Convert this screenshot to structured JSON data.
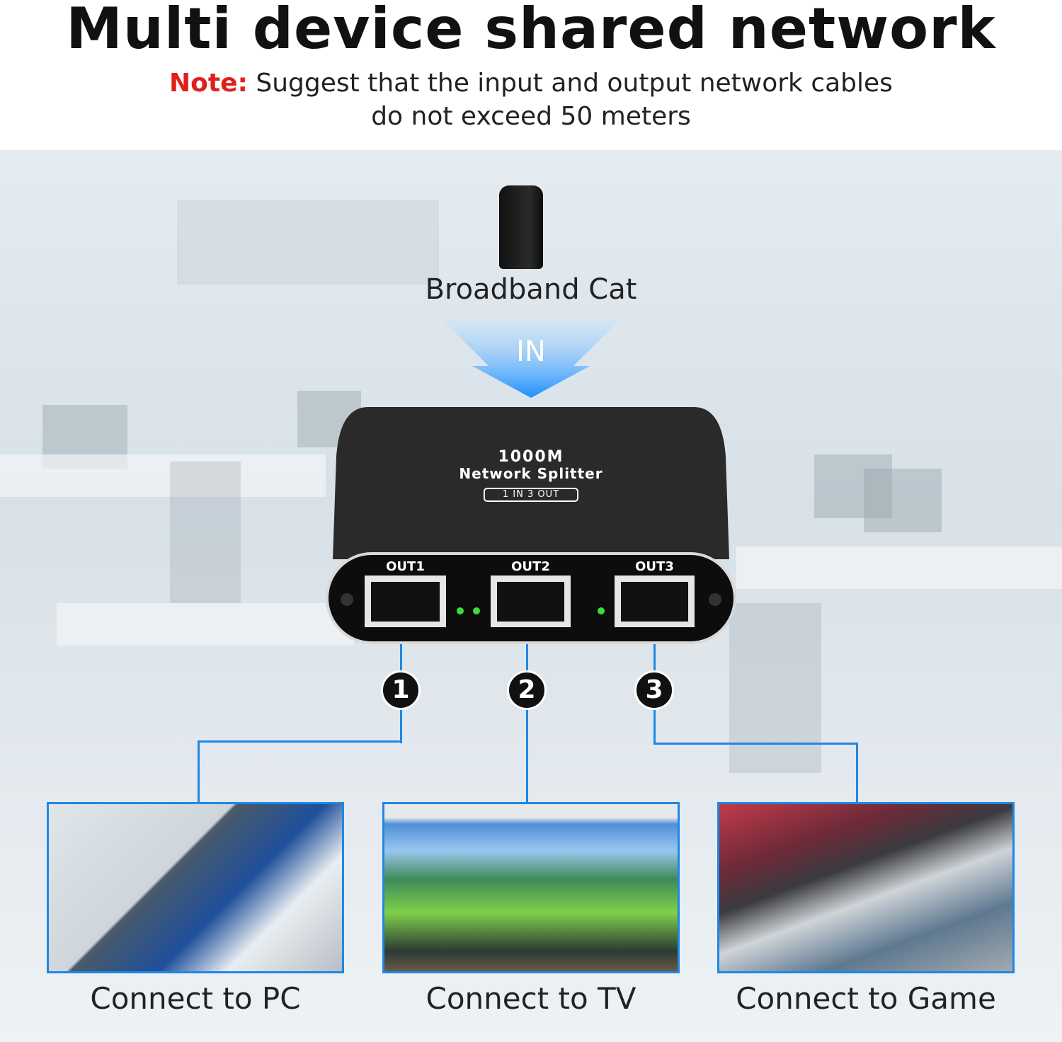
{
  "title": "Multi device shared network",
  "note": {
    "label": "Note:",
    "line1": " Suggest that the input and output network cables",
    "line2": "do not exceed 50 meters"
  },
  "source": {
    "label": "Broadband Cat",
    "arrow_label": "IN"
  },
  "device": {
    "line1": "1000M",
    "line2": "Network Splitter",
    "badge": "1 IN 3 OUT",
    "ports": [
      "OUT1",
      "OUT2",
      "OUT3"
    ]
  },
  "outputs": [
    {
      "number": "1",
      "caption": "Connect to PC"
    },
    {
      "number": "2",
      "caption": "Connect to TV"
    },
    {
      "number": "3",
      "caption": "Connect to Game"
    }
  ],
  "colors": {
    "accent": "#1e88e5",
    "note": "#e0201b",
    "device": "#1a1a1a",
    "led": "#3ddc3d"
  }
}
